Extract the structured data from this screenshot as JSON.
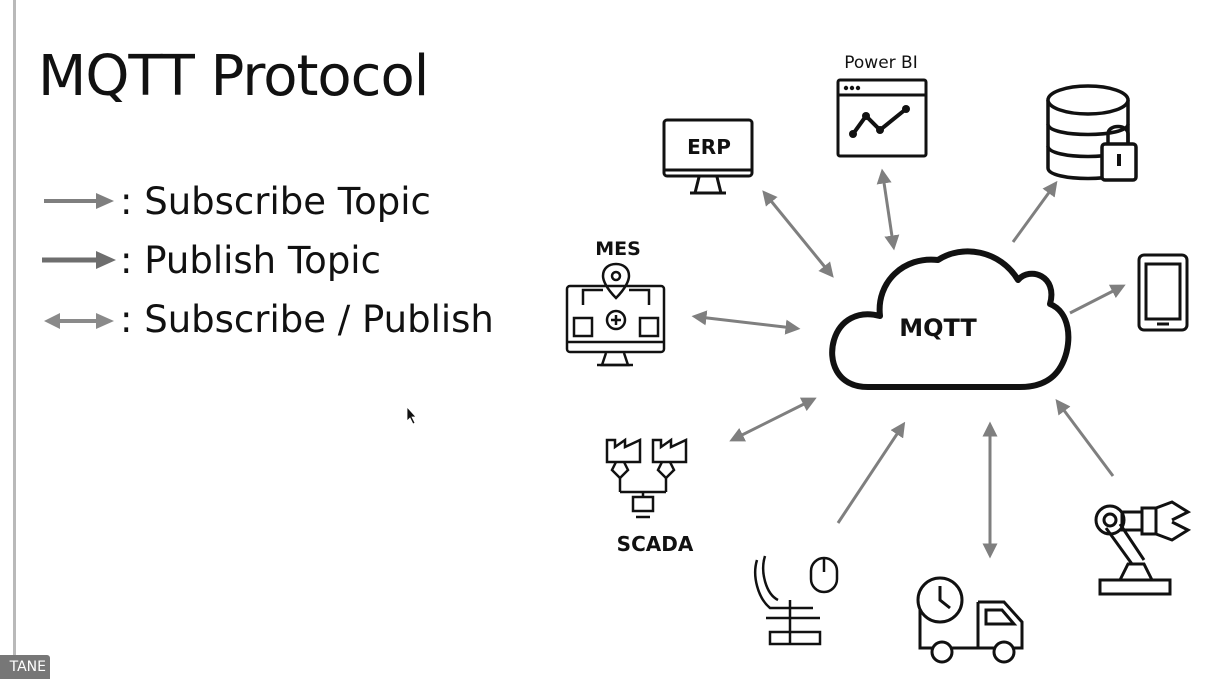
{
  "slide": {
    "title": "MQTT Protocol",
    "corner_tag": "TANE"
  },
  "legend": {
    "subscribe": ": Subscribe Topic",
    "publish": ": Publish Topic",
    "both": ": Subscribe / Publish"
  },
  "diagram": {
    "center": "MQTT",
    "erp": "ERP",
    "powerbi": "Power BI",
    "mes": "MES",
    "scada": "SCADA"
  },
  "colors": {
    "arrow": "#7f7f7f",
    "ink": "#111111",
    "background": "#ffffff"
  },
  "icons": [
    "erp-monitor-icon",
    "power-bi-dashboard-icon",
    "database-lock-icon",
    "tablet-icon",
    "mes-monitor-icon",
    "scada-factories-icon",
    "operator-chair-icon",
    "delivery-truck-icon",
    "robot-arm-icon",
    "mouse-cursor-icon"
  ]
}
